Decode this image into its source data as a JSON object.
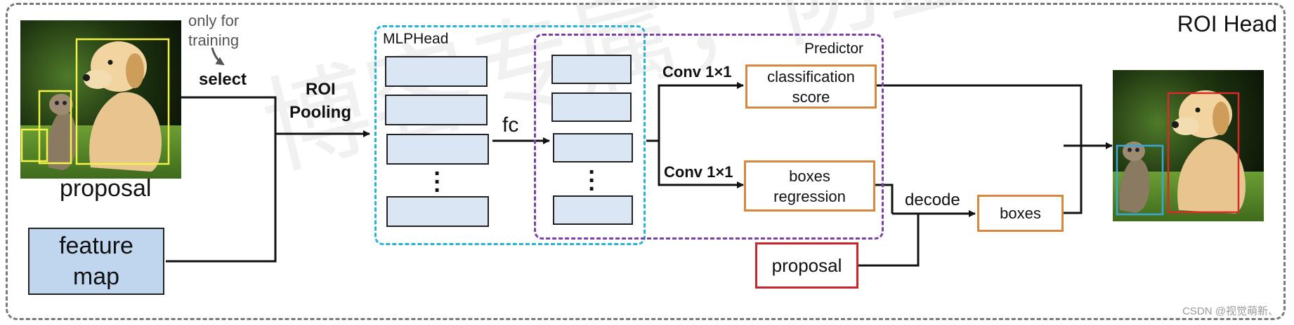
{
  "title": "ROI Head",
  "labels": {
    "only_for": "only for",
    "training": "training",
    "select": "select",
    "roi": "ROI",
    "pooling": "Pooling",
    "proposal_caption": "proposal",
    "feature_line1": "feature",
    "feature_line2": "map",
    "mlphead": "MLPHead",
    "predictor": "Predictor",
    "fc": "fc",
    "conv_top": "Conv 1×1",
    "conv_bottom": "Conv 1×1",
    "cls_line1": "classification",
    "cls_line2": "score",
    "reg_line1": "boxes",
    "reg_line2": "regression",
    "decode": "decode",
    "boxes": "boxes",
    "proposal_box": "proposal"
  },
  "watermark": "博客专属，防盗水印",
  "credit": "CSDN @视觉萌新、",
  "colors": {
    "mlp_border": "#28b4d6",
    "predictor_border": "#7b3fa6",
    "orange_box": "#d9873f",
    "red_box": "#c8262b",
    "cell_fill": "#dae6f4",
    "feature_fill": "#bfd6ee",
    "proposal_bbox": "#f2f24a",
    "detect_dog_bbox": "#d92a2a",
    "detect_cat_bbox": "#3aa7d8"
  }
}
